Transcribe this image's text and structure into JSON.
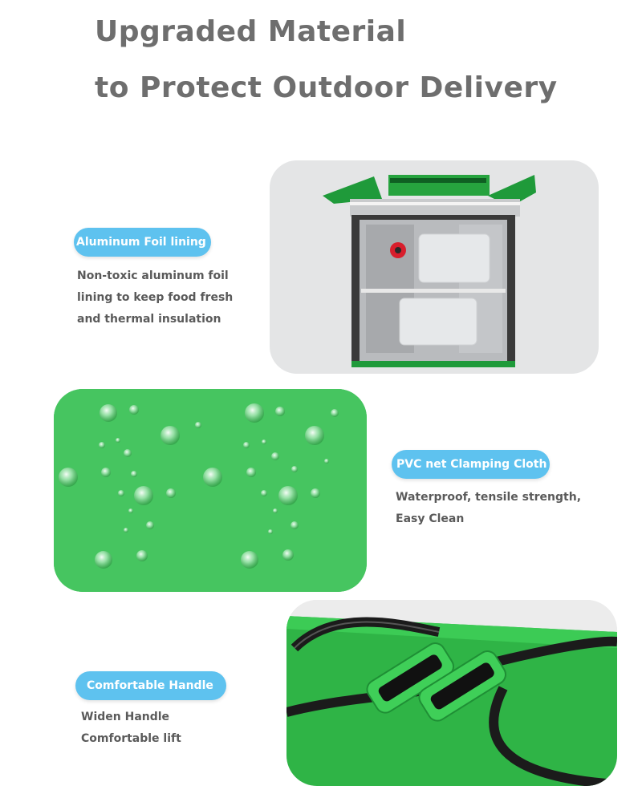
{
  "header": {
    "line1": "Upgraded Material",
    "line2": "to Protect Outdoor Delivery"
  },
  "features": [
    {
      "badge": "Aluminum Foil lining",
      "description": [
        "Non-toxic aluminum foil",
        "lining to keep food fresh",
        "and thermal insulation"
      ]
    },
    {
      "badge": "PVC net Clamping Cloth",
      "description": [
        "Waterproof, tensile strength,",
        "Easy Clean"
      ]
    },
    {
      "badge": "Comfortable Handle",
      "description": [
        "Widen Handle",
        "Comfortable lift"
      ]
    }
  ],
  "colors": {
    "badge": "#5ec2ef",
    "title": "#6e6e6e",
    "text": "#5a5a5a",
    "bag_green": "#2fb446"
  }
}
